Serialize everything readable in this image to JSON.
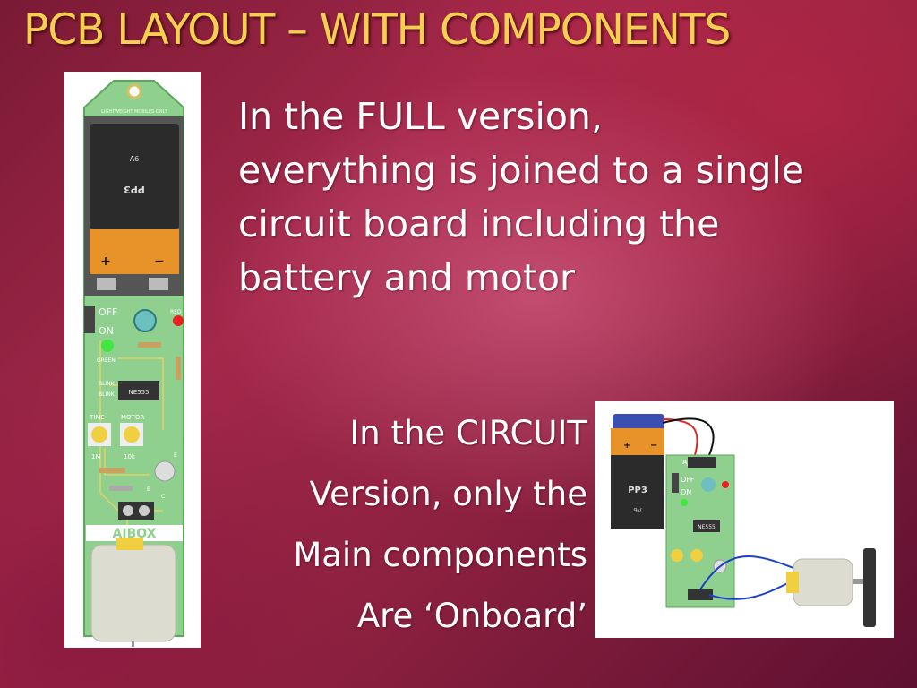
{
  "slide": {
    "title": "PCB LAYOUT – WITH COMPONENTS",
    "body_lines": [
      "In the FULL version,",
      "everything is joined to a single",
      "circuit board including the",
      "battery and motor"
    ],
    "circuit_lines": [
      "In the  CIRCUIT",
      "Version, only the",
      "Main components",
      "Are ‘Onboard’"
    ]
  },
  "full_board": {
    "header_text": "LIGHTWEIGHT MOBILES ONLY",
    "battery_label": "PP3",
    "battery_voltage": "9V",
    "battery_plus": "+",
    "battery_minus": "−",
    "switch_off": "OFF",
    "switch_on": "ON",
    "led_red": "RED",
    "led_green": "GREEN",
    "ic_label": "NE555",
    "blink_label_1": "BLINK",
    "blink_label_2": "BLINK",
    "pot_time": "TIME",
    "pot_motor": "MOTOR",
    "res_1m": "1M",
    "res_10k": "10k",
    "pin_b": "B",
    "pin_c": "C",
    "pin_e": "E",
    "brand": "AJBOX"
  },
  "circuit_board": {
    "battery_plus": "+",
    "battery_minus": "−",
    "battery_label": "PP3",
    "battery_voltage": "9V",
    "switch_off": "OFF",
    "switch_on": "ON",
    "ic_label": "NE555",
    "brand": "AJBOX"
  },
  "colors": {
    "title": "#f5d050",
    "pcb_green": "#8fd08f",
    "battery_orange": "#e8922a",
    "battery_black": "#2b2b2b"
  }
}
